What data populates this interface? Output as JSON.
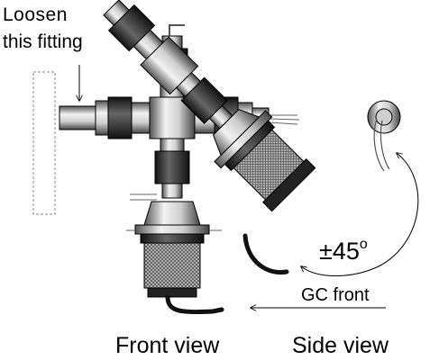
{
  "labels": {
    "instruction_line1": "Loosen",
    "instruction_line2": "this fitting",
    "rotation_value": "±45",
    "rotation_superscript": "o",
    "gc_front": "GC front",
    "front_view": "Front view",
    "side_view": "Side view"
  },
  "colors": {
    "dark_metal": "#3a3a3a",
    "mid_metal": "#8a8a8a",
    "light_metal": "#dcdcdc",
    "outline": "#000000",
    "wire": "#111111"
  }
}
